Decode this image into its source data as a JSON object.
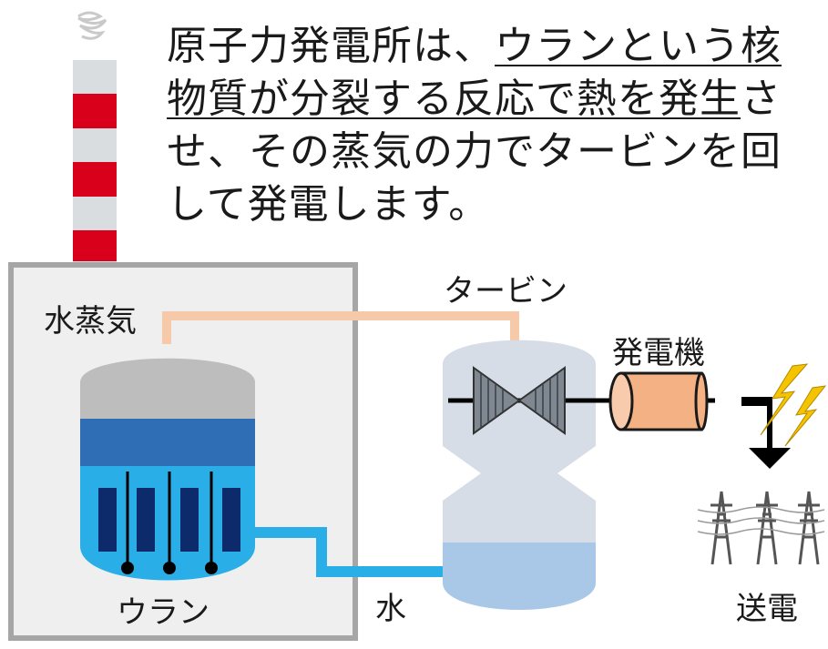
{
  "caption": {
    "part1": "原子力発電所は、",
    "part2_underlined": "ウランという核物質が分裂する反応で熱を発生",
    "part3": "させ、その蒸気の力でタービンを回して発電します。"
  },
  "labels": {
    "steam": "水蒸気",
    "turbine": "タービン",
    "generator": "発電機",
    "water": "水",
    "uranium": "ウラン",
    "transmission": "送電"
  },
  "colors": {
    "building": "#efefef",
    "building_border": "#a6a6a6",
    "steam_pipe": "#f6c9a8",
    "water_pipe": "#29aee8",
    "reactor_water": "#29aee8",
    "reactor_band": "#2f6db5",
    "reactor_dome": "#bdbdbd",
    "fuel_rod": "#0d2a6b",
    "turbine_body": "#d6dde6",
    "condenser_water": "#a9c8e8",
    "generator": "#f4b183",
    "stack_red": "#d9001b",
    "bolt": "#f5c400"
  }
}
